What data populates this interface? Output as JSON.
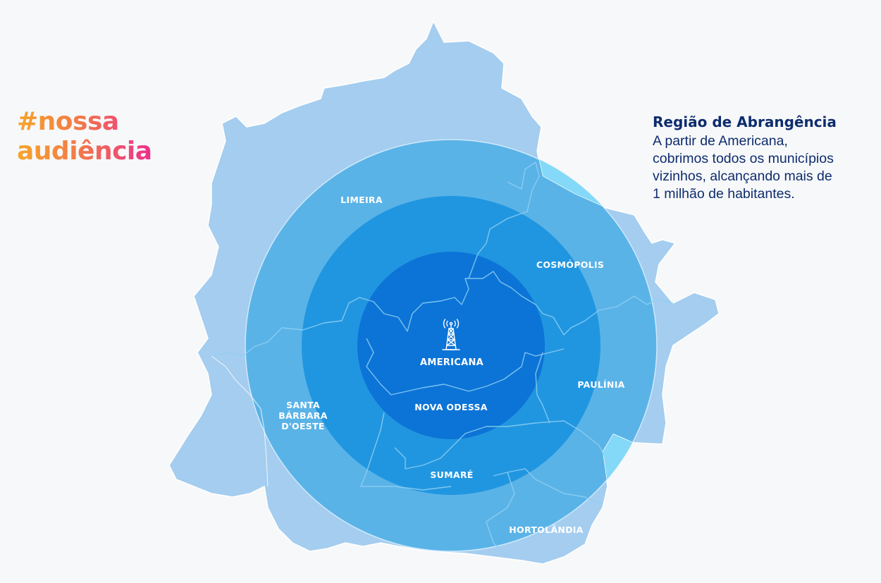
{
  "headline": {
    "line1": "#nossa",
    "line2": "audiência"
  },
  "info": {
    "title": "Região de Abrangência",
    "lines": [
      "A partir de Americana,",
      "cobrimos todos os municípios",
      "vizinhos, alcançando mais de",
      "1 milhão de habitantes."
    ]
  },
  "cities": {
    "limeira": "LIMEIRA",
    "cosmopolis": "COSMÓPOLIS",
    "americana": "AMERICANA",
    "paulinia": "PAULÍNIA",
    "santa_barbara": [
      "SANTA",
      "BÁRBARA",
      "D'OESTE"
    ],
    "nova_odessa": "NOVA ODESSA",
    "sumare": "SUMARÉ",
    "hortolandia": "HORTOLÂNDIA"
  },
  "icons": {
    "center": "radio-tower-icon"
  },
  "colors": {
    "region": "#a4cdef",
    "ring_outer": "#5ab3e7",
    "ring_middle": "#2196e0",
    "ring_inner": "#0c74d7",
    "cyan_overflow": "#84d9f8",
    "text_dark": "#0e2c6e",
    "gradient_start": "#f6a52b",
    "gradient_end": "#ec2f8f"
  }
}
